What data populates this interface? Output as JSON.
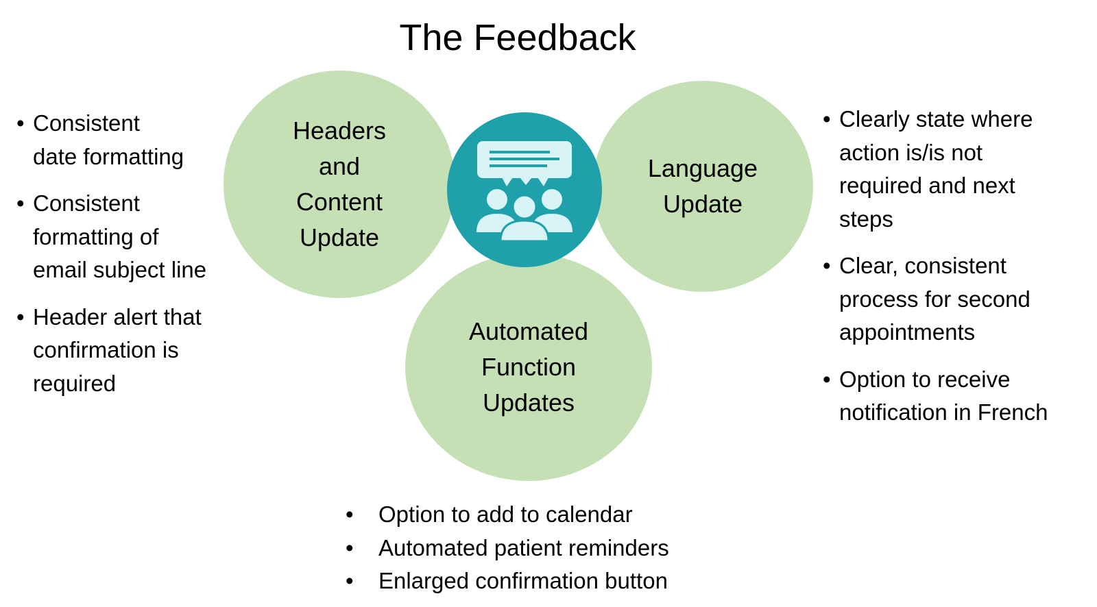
{
  "title": "The Feedback",
  "colors": {
    "circle_fill": "#c5e0b4",
    "hub_fill": "#1fa1ab",
    "icon_light": "#d9f4f6"
  },
  "hub": {
    "icon": "feedback-group-chat-icon"
  },
  "circles": {
    "headers": "Headers\nand\nContent\nUpdate",
    "language": "Language\nUpdate",
    "automated": "Automated\nFunction\nUpdates"
  },
  "left_bullets": [
    "Consistent\ndate formatting",
    "Consistent\nformatting of\nemail subject line",
    "Header alert that\nconfirmation is\nrequired"
  ],
  "right_bullets": [
    "Clearly state where\naction is/is not\nrequired and next\nsteps",
    "Clear, consistent\nprocess for second\nappointments",
    "Option to receive\nnotification in French"
  ],
  "bottom_bullets": [
    "Option to add to calendar",
    "Automated patient reminders",
    "Enlarged confirmation button"
  ]
}
